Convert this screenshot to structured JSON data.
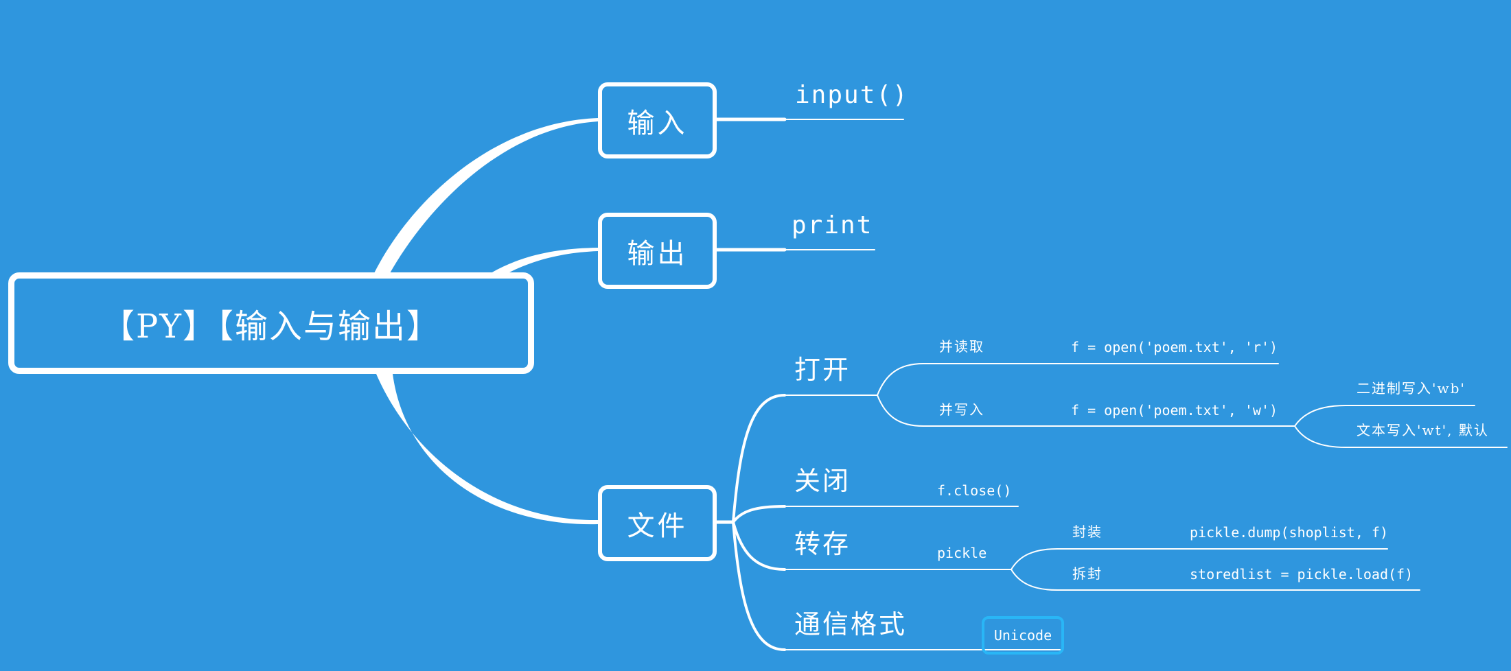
{
  "colors": {
    "background": "#2F96DE",
    "line": "#FFFFFF",
    "text": "#FFFFFF",
    "highlight_border": "#29B6F6"
  },
  "root": {
    "label": "【PY】【输入与输出】"
  },
  "branches": {
    "input": {
      "label": "输入",
      "child": "input()"
    },
    "output": {
      "label": "输出",
      "child": "print"
    },
    "file": {
      "label": "文件",
      "open": {
        "label": "打开",
        "read": {
          "label": "并读取",
          "code": "f = open('poem.txt', 'r')"
        },
        "write": {
          "label": "并写入",
          "code": "f = open('poem.txt', 'w')",
          "modes": [
            "二进制写入'wb'",
            "文本写入'wt', 默认"
          ]
        }
      },
      "close": {
        "label": "关闭",
        "code": "f.close()"
      },
      "dump": {
        "label": "转存",
        "module": "pickle",
        "pack": {
          "label": "封装",
          "code": "pickle.dump(shoplist, f)"
        },
        "unpack": {
          "label": "拆封",
          "code": "storedlist = pickle.load(f)"
        }
      },
      "encoding": {
        "label": "通信格式",
        "value": "Unicode"
      }
    }
  }
}
